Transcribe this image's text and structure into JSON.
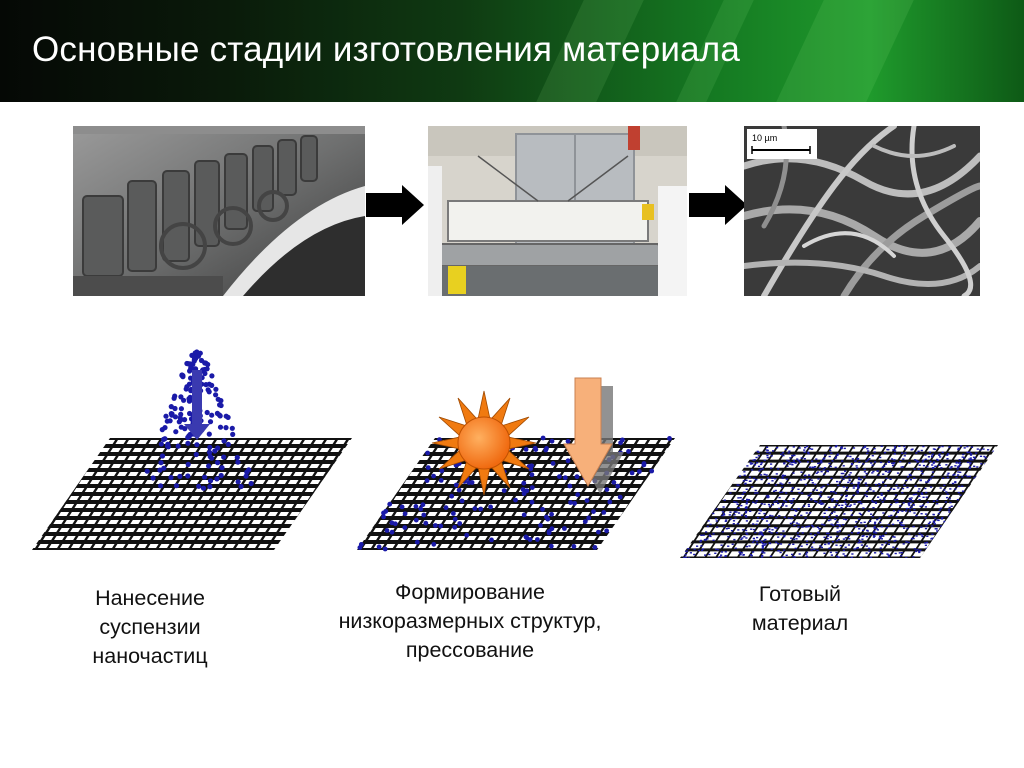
{
  "slide": {
    "title": "Основные стадии изготовления материала"
  },
  "photos": {
    "scale_bar_label": "10 µm"
  },
  "captions": [
    {
      "lines": [
        "Нанесение",
        "суспензии",
        "наночастиц"
      ]
    },
    {
      "lines": [
        "Формирование",
        "низкоразмерных структур,",
        "прессование"
      ]
    },
    {
      "lines": [
        "Готовый",
        "материал"
      ]
    }
  ],
  "colors": {
    "header_dark": "#050805",
    "header_green": "#1f9a2c",
    "grid_black": "#111111",
    "particle_blue": "#1a1aa8",
    "sun_orange": "#f07a10",
    "press_arrow": "#f7b07a"
  },
  "icons": [
    "stage-arrow-icon",
    "sun-icon",
    "press-down-arrow-icon",
    "spray-down-arrow-icon"
  ]
}
